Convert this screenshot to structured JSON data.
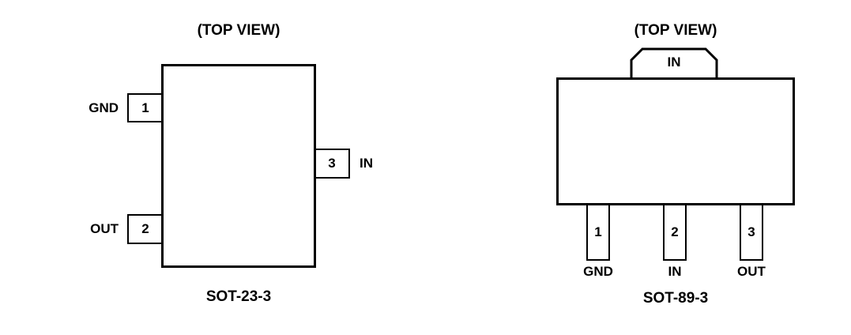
{
  "sot23": {
    "title": "(TOP VIEW)",
    "caption": "SOT-23-3",
    "pin1": {
      "number": "1",
      "label": "GND"
    },
    "pin2": {
      "number": "2",
      "label": "OUT"
    },
    "pin3": {
      "number": "3",
      "label": "IN"
    }
  },
  "sot89": {
    "title": "(TOP VIEW)",
    "caption": "SOT-89-3",
    "tab_label": "IN",
    "pin1": {
      "number": "1",
      "label": "GND"
    },
    "pin2": {
      "number": "2",
      "label": "IN"
    },
    "pin3": {
      "number": "3",
      "label": "OUT"
    }
  },
  "colors": {
    "line": "#000000",
    "background": "#ffffff"
  }
}
